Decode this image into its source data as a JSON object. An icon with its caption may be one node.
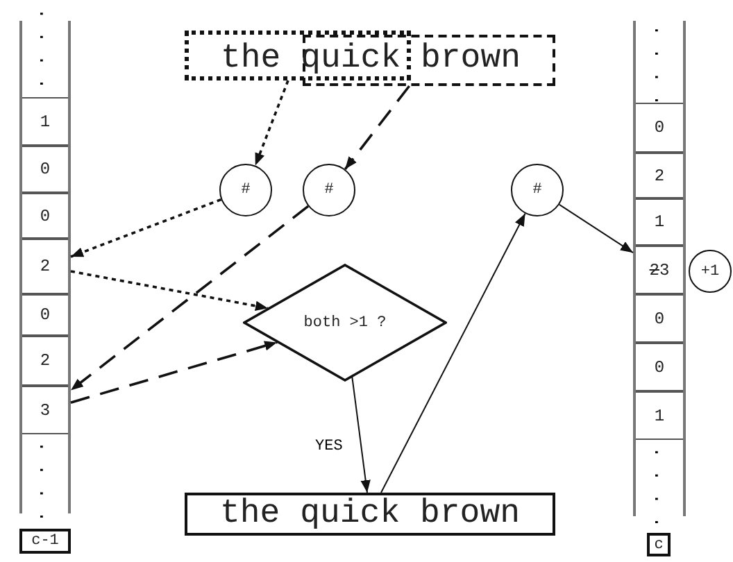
{
  "diagram": {
    "nodes": [
      {
        "text": [],
        "shape": "bar"
      },
      {
        "text": [
          "1"
        ],
        "in": 0
      },
      {
        "text": [
          "0"
        ],
        "in": 0
      },
      {
        "text": [
          "0"
        ],
        "in": 0
      },
      {
        "text": [
          "2"
        ],
        "in": 0
      },
      {
        "text": [
          "0"
        ],
        "in": 0
      },
      {
        "text": [
          "2"
        ],
        "in": 0
      },
      {
        "text": [
          "3"
        ],
        "in": 0
      },
      {
        "text": [
          "c-1"
        ]
      },
      {
        "text": [
          "the quick brown"
        ]
      },
      {
        "text": [],
        "shape": "box"
      },
      {
        "text": [],
        "shape": "box"
      },
      {
        "text": [
          "#"
        ]
      },
      {
        "text": [
          "#"
        ]
      },
      {
        "text": [
          "#"
        ]
      },
      {
        "text": [
          "both >1 ?"
        ]
      },
      {
        "text": [
          "the quick brown"
        ]
      },
      {
        "text": [],
        "shape": "bar"
      },
      {
        "text": [
          "0"
        ],
        "in": 17
      },
      {
        "text": [
          "2"
        ],
        "in": 17
      },
      {
        "text": [
          "1"
        ],
        "in": 17
      },
      {
        "text": [
          "2",
          "3"
        ],
        "in": 17
      },
      {
        "text": [
          "0"
        ],
        "in": 17
      },
      {
        "text": [
          "0"
        ],
        "in": 17
      },
      {
        "text": [
          "1"
        ],
        "in": 17
      },
      {
        "text": [
          "+1"
        ]
      },
      {
        "text": [
          "c"
        ]
      }
    ],
    "edges": [
      {
        "from": 10,
        "to": 12,
        "arrow": "to",
        "style": "dashed"
      },
      {
        "from": 11,
        "to": 13,
        "arrow": "to",
        "style": "dashed"
      },
      {
        "from": 12,
        "to": 4,
        "arrow": "to",
        "style": "dashed"
      },
      {
        "from": 13,
        "to": 7,
        "arrow": "to",
        "style": "dashed"
      },
      {
        "from": 4,
        "to": 15,
        "arrow": "to",
        "style": "dashed"
      },
      {
        "from": 7,
        "to": 15,
        "arrow": "to",
        "style": "dashed"
      },
      {
        "from": 15,
        "to": 16,
        "arrow": "to",
        "label": "YES"
      },
      {
        "from": 16,
        "to": 14,
        "arrow": "to"
      },
      {
        "from": 14,
        "to": 21,
        "arrow": "to"
      }
    ],
    "labels": [
      "....",
      "....",
      "....",
      "...."
    ]
  }
}
